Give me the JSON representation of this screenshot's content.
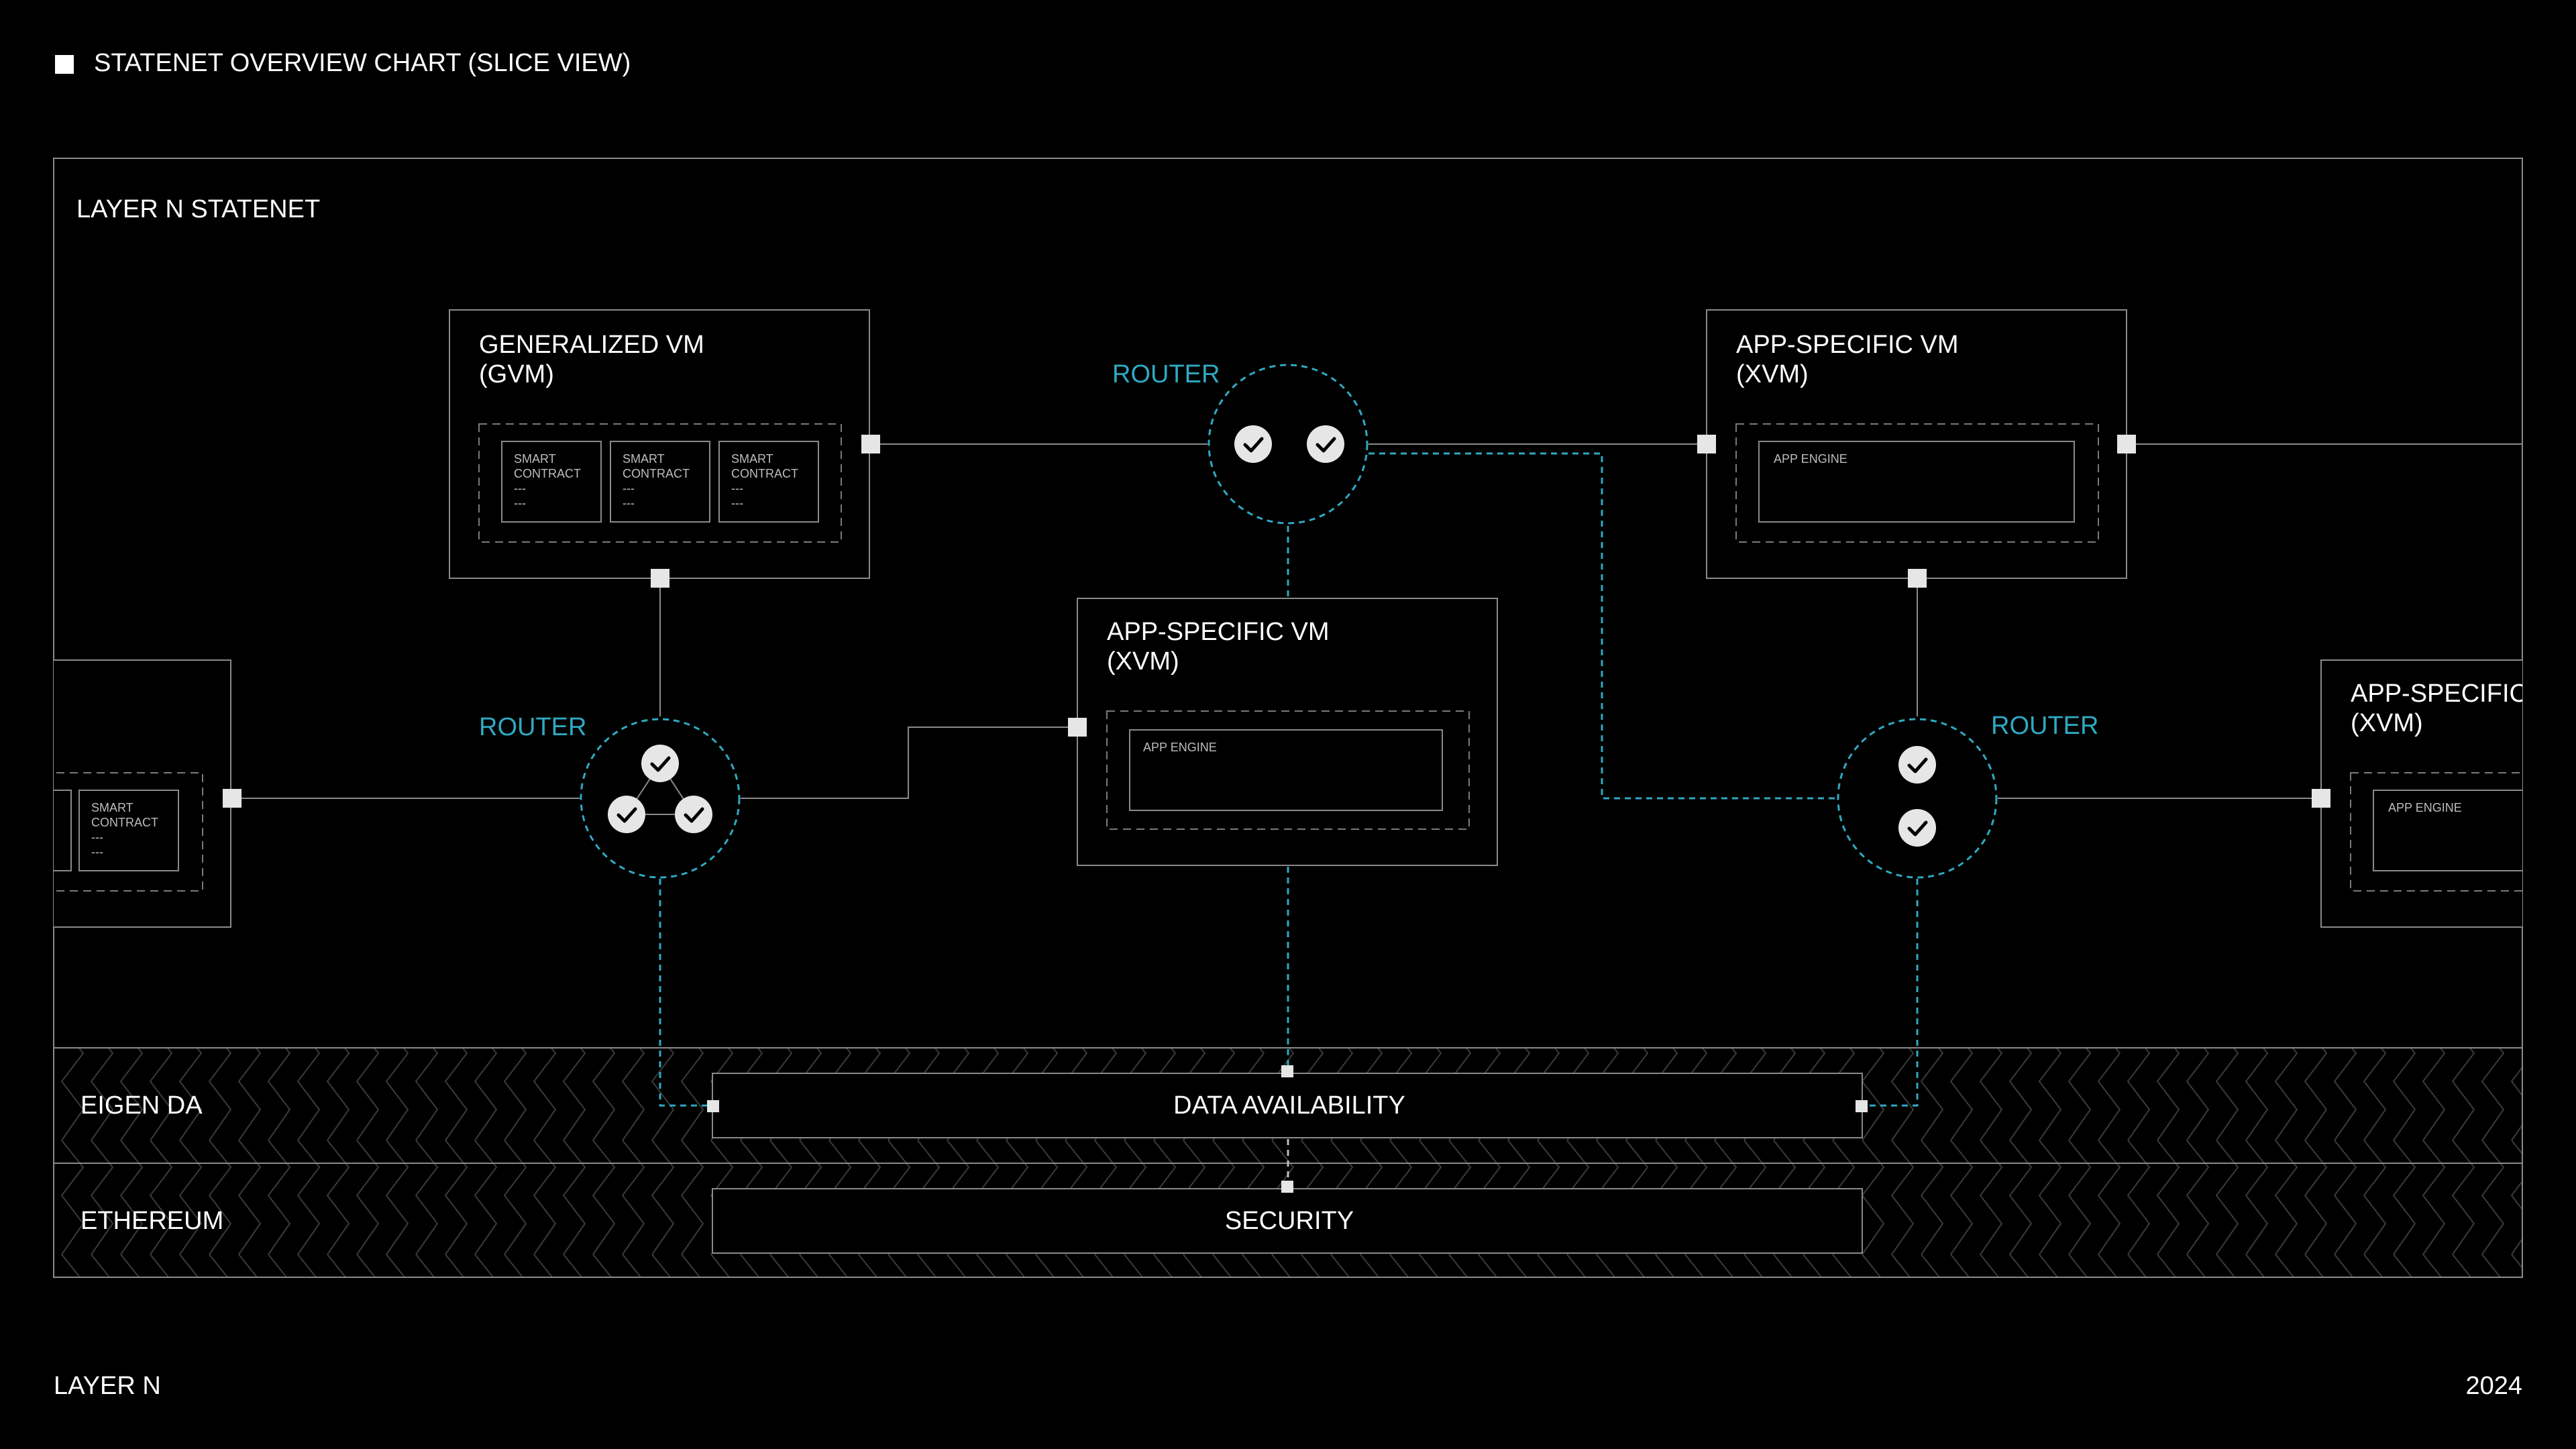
{
  "header": {
    "title": "STATENET OVERVIEW CHART (SLICE VIEW)"
  },
  "footer": {
    "left": "LAYER N",
    "right": "2024"
  },
  "statenet": {
    "title": "LAYER N STATENET"
  },
  "gvm": {
    "title_line1": "GENERALIZED VM",
    "title_line2": "(GVM)",
    "contracts": [
      {
        "line1": "SMART",
        "line2": "CONTRACT",
        "line3": "---",
        "line4": "---"
      },
      {
        "line1": "SMART",
        "line2": "CONTRACT",
        "line3": "---",
        "line4": "---"
      },
      {
        "line1": "SMART",
        "line2": "CONTRACT",
        "line3": "---",
        "line4": "---"
      }
    ]
  },
  "left_partial": {
    "title_fragment": "I",
    "contract": {
      "line1": "SMART",
      "line2": "CONTRACT",
      "line3": "---",
      "line4": "---"
    }
  },
  "xvm_top": {
    "title_line1": "APP-SPECIFIC VM",
    "title_line2": "(XVM)",
    "engine": "APP ENGINE"
  },
  "xvm_center": {
    "title_line1": "APP-SPECIFIC VM",
    "title_line2": "(XVM)",
    "engine": "APP ENGINE"
  },
  "xvm_right_partial": {
    "title_line1": "APP-SPECIFIC VM",
    "title_line2": "(XVM)",
    "engine": "APP ENGINE"
  },
  "routers": {
    "top": "ROUTER",
    "left": "ROUTER",
    "right": "ROUTER"
  },
  "layers": {
    "eigen": {
      "label": "EIGEN DA",
      "box": "DATA AVAILABILITY"
    },
    "ethereum": {
      "label": "ETHEREUM",
      "box": "SECURITY"
    }
  },
  "colors": {
    "background": "#000000",
    "accent": "#2fa9c2",
    "line": "#8a8a8a",
    "text": "#ffffff"
  }
}
